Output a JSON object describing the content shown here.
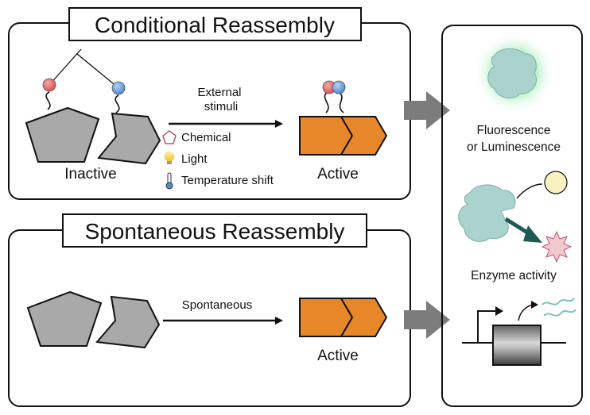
{
  "conditional": {
    "title": "Conditional Reassembly",
    "inactive_label": "Inactive",
    "active_label": "Active",
    "arrow_label_line1": "External",
    "arrow_label_line2": "stimuli",
    "stimuli": [
      {
        "icon": "pentagon-icon",
        "label": "Chemical"
      },
      {
        "icon": "lightbulb-icon",
        "label": "Light"
      },
      {
        "icon": "thermometer-icon",
        "label": "Temperature shift"
      }
    ]
  },
  "spontaneous": {
    "title": "Spontaneous Reassembly",
    "arrow_label": "Spontaneous",
    "active_label": "Active"
  },
  "outputs": {
    "fluorescence_line1": "Fluorescence",
    "fluorescence_line2": "or Luminescence",
    "enzyme": "Enzyme activity"
  },
  "colors": {
    "fragment_gray": "#a9a9a9",
    "active_orange": "#e8872a",
    "pin_red": "#e06c6c",
    "pin_blue": "#6a9fd8",
    "glow_green": "#5fe08a",
    "protein_teal": "#a9d3cc",
    "substrate_yellow": "#f8f1c0",
    "product_pink": "#f3c8cf",
    "arrow_gray": "#7c7c7c",
    "enzyme_arrow": "#1f5a52"
  }
}
